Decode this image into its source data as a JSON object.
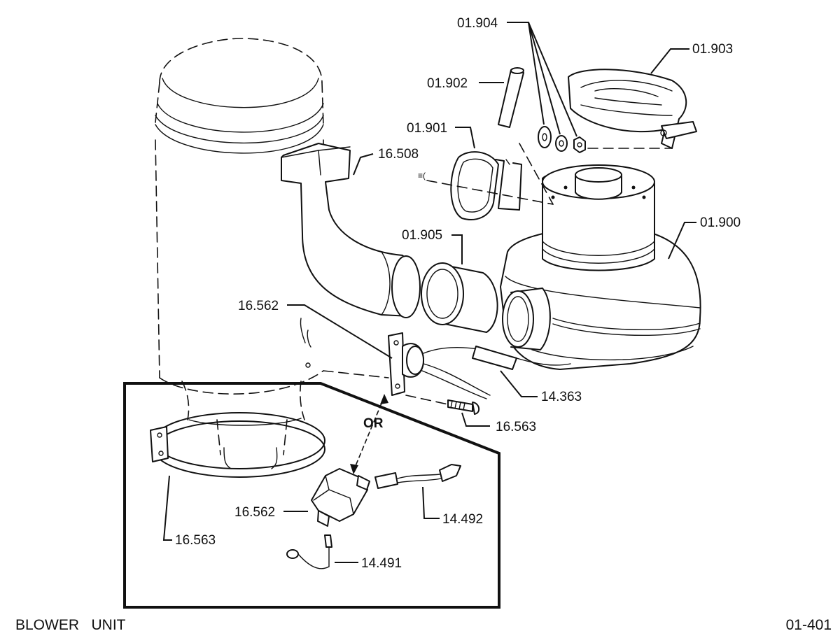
{
  "caption": {
    "title": "BLOWER   UNIT",
    "page_number": "01-401"
  },
  "callouts": {
    "p01_904": "01.904",
    "p01_903": "01.903",
    "p01_902": "01.902",
    "p01_901": "01.901",
    "p16_508": "16.508",
    "p01_900": "01.900",
    "p01_905": "01.905",
    "p16_562_top": "16.562",
    "p14_363": "14.363",
    "p16_563_top": "16.563",
    "p16_563_bottom": "16.563",
    "p16_562_bottom": "16.562",
    "p14_492": "14.492",
    "p14_491": "14.491"
  },
  "or_label": "OR"
}
